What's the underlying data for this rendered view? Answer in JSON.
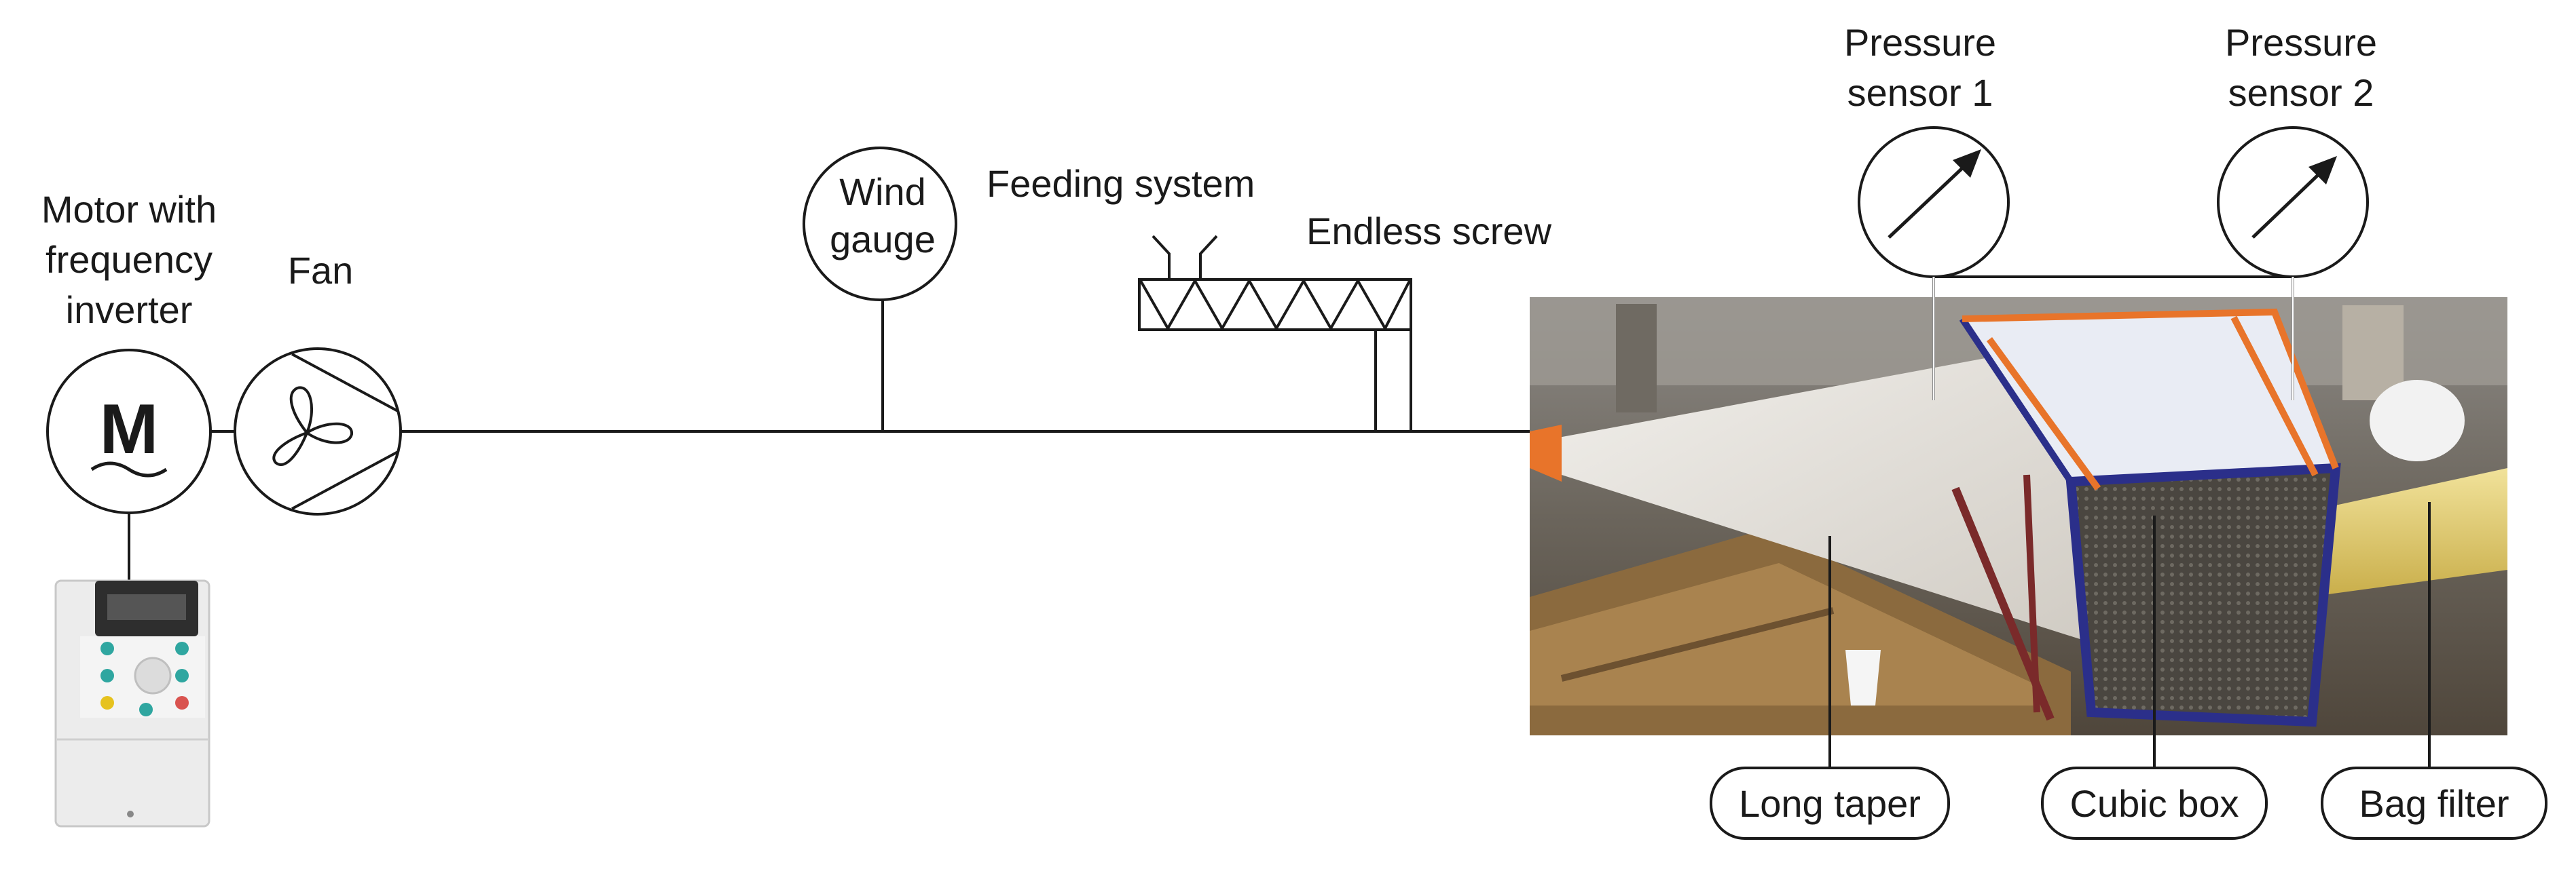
{
  "labels": {
    "motor": [
      "Motor with",
      "frequency",
      "inverter"
    ],
    "motor_symbol": "M",
    "fan": "Fan",
    "wind_gauge": [
      "Wind",
      "gauge"
    ],
    "feeding_system": "Feeding system",
    "endless_screw": "Endless screw",
    "pressure_sensor_1": [
      "Pressure",
      "sensor 1"
    ],
    "pressure_sensor_2": [
      "Pressure",
      "sensor 2"
    ],
    "long_taper": "Long taper",
    "cubic_box": "Cubic box",
    "bag_filter": "Bag filter"
  },
  "colors": {
    "line": "#1a1a1a",
    "taper": "#e9e6e0",
    "box_frame": "#2b2f8a",
    "strap": "#e8742a",
    "bag_filter": "#e8d27a",
    "inverter_body": "#ececec",
    "inverter_panel": "#2e2e2e",
    "button_teal": "#2fa6a0",
    "button_yellow": "#e6c21e",
    "button_red": "#d9534f"
  }
}
